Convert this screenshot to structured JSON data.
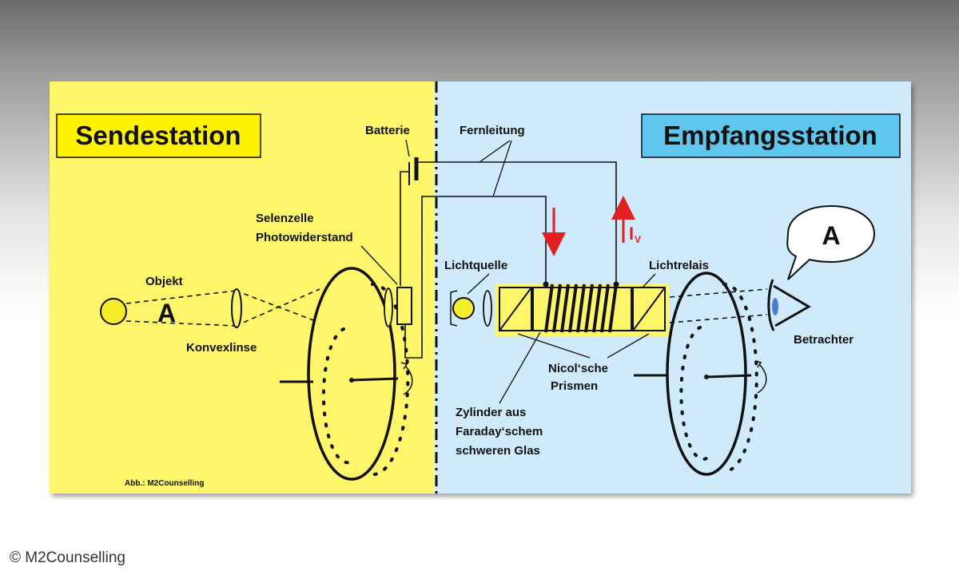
{
  "titles": {
    "send": "Sendestation",
    "receive": "Empfangsstation"
  },
  "labels": {
    "battery": "Batterie",
    "line": "Fernleitung",
    "selenium_1": "Selenzelle",
    "selenium_2": "Photowiderstand",
    "object": "Objekt",
    "letter_a": "A",
    "lens": "Konvexlinse",
    "light_source": "Lichtquelle",
    "light_relay": "Lichtrelais",
    "viewer": "Betrachter",
    "current_main": "I",
    "current_sub": "V",
    "nicol_1": "Nicol‘sche",
    "nicol_2": "Prismen",
    "cylinder_1": "Zylinder aus",
    "cylinder_2": "Faraday‘schem",
    "cylinder_3": "schweren Glas",
    "speech_letter": "A",
    "credit": "Abb.: M2Counselling"
  },
  "copyright": "© M2Counselling",
  "colors": {
    "send_panel": "#fdf66a",
    "receive_panel": "#cfeafb",
    "title_send_box": "#fff200",
    "title_receive_box": "#5fc6ee",
    "arrow": "#e41f1f",
    "sun": "#f6ee2a"
  }
}
